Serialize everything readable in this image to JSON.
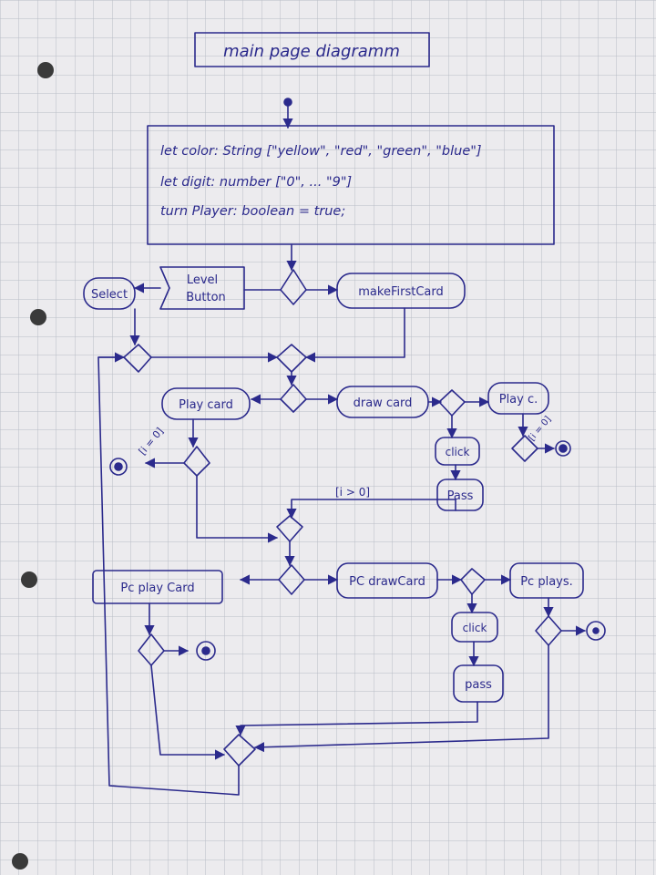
{
  "diagram": {
    "title": "main page diagramm",
    "declarations": [
      "let color: String [\"yellow\", \"red\", \"green\", \"blue\"]",
      "let digit: number [\"0\", ... \"9\"]",
      "turn Player: boolean = true;"
    ],
    "nodes": {
      "level_button": [
        "Level",
        "Button"
      ],
      "select": "Select",
      "make_first_card": "makeFirstCard",
      "play_card": "Play card",
      "draw_card": "draw card",
      "play_c": "Play c.",
      "click_1": "click",
      "pass_1": "Pass",
      "pc_play_card": "Pc play Card",
      "pc_draw_card": "PC drawCard",
      "pc_plays": "Pc plays.",
      "click_2": "click",
      "pass_2": "pass"
    },
    "guards": {
      "i_eq_0_a": "[i = 0]",
      "i_gt_0": "[i > 0]",
      "i_eq_0_b": "[i = 0]"
    }
  },
  "colors": {
    "ink": "#2b2a8c",
    "paper": "#ecebee",
    "grid": "#b9bcc6",
    "hole": "#3a3a3a"
  }
}
